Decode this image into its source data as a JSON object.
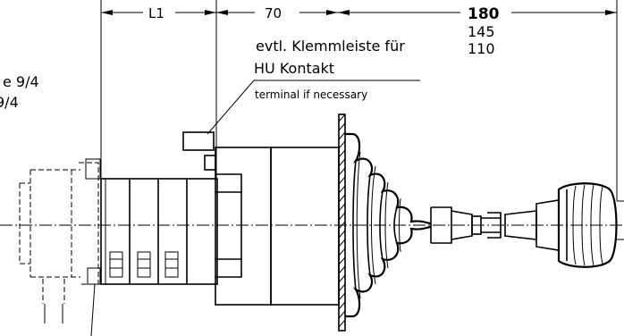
{
  "dimensions": {
    "l1": "L1",
    "seventy": "70",
    "length_main": "180",
    "length_alt1": "145",
    "length_alt2": "110"
  },
  "labels": {
    "terminal_de_line1": "evtl. Klemmleiste für",
    "terminal_de_line2": "HU Kontakt",
    "terminal_en": "terminal if necessary",
    "left_partial_1": "e 9/4",
    "left_partial_2": "9/4"
  }
}
